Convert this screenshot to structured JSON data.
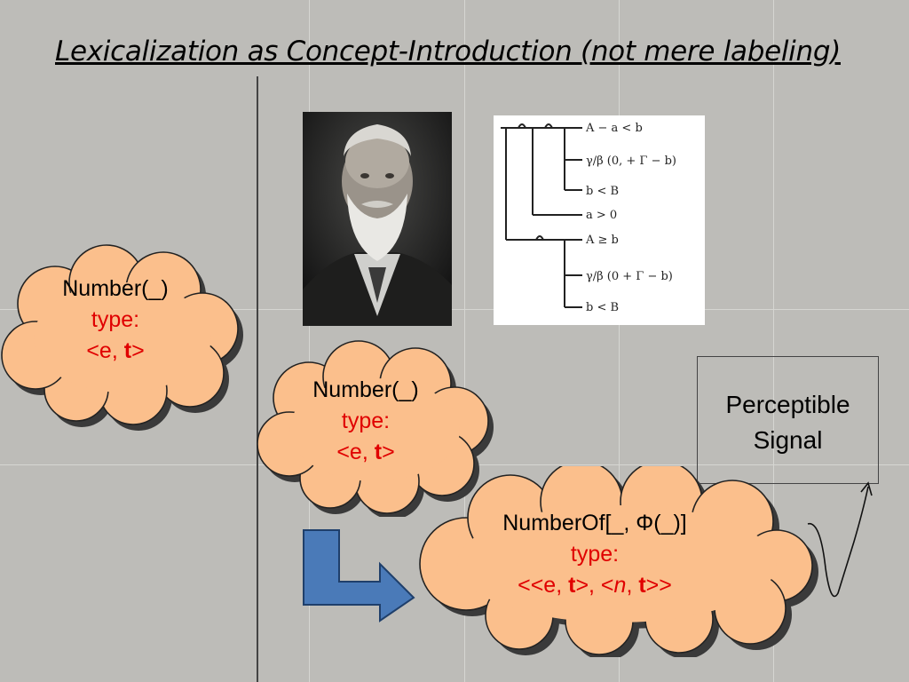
{
  "slide": {
    "title": "Lexicalization as Concept-Introduction (not mere labeling)",
    "left_cloud": {
      "line1": "Number(_)",
      "line2": "type:",
      "line3_a": "<e, ",
      "line3_b": "t",
      "line3_c": ">"
    },
    "middle_cloud": {
      "line1": "Number(_)",
      "line2": "type:",
      "line3_a": "<e, ",
      "line3_b": "t",
      "line3_c": ">"
    },
    "bottom_cloud": {
      "line1": "NumberOf[_, Φ(_)]",
      "line2": "type:",
      "line3_a": "<<e, ",
      "line3_b": "t",
      "line3_c": ">, <",
      "line3_d": "n",
      "line3_e": ", ",
      "line3_f": "t",
      "line3_g": ">>"
    },
    "signal": {
      "line1": "Perceptible",
      "line2": "Signal"
    },
    "colors": {
      "background": "#bdbcb8",
      "cloud_fill": "#fbbf8c",
      "type_text": "#e00000",
      "arrow_fill": "#4a7ab8"
    }
  }
}
